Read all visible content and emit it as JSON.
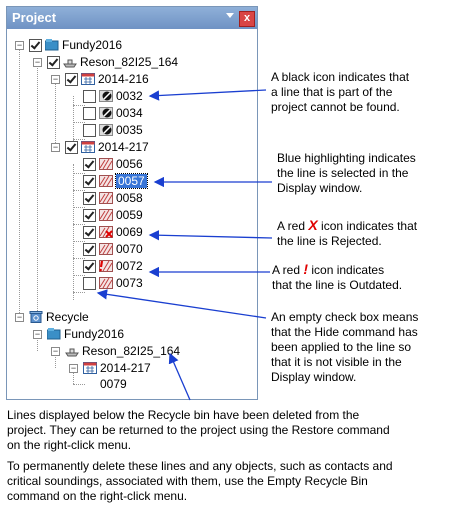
{
  "panel": {
    "title": "Project",
    "pin_icon": "dropdown-triangle-icon",
    "close_label": "x",
    "accent": "#3875d7"
  },
  "tree": {
    "root": "Fundy2016",
    "vessel": "Reson_82I25_164",
    "day1": "2014-216",
    "day1_lines": [
      "0032",
      "0034",
      "0035"
    ],
    "day2": "2014-217",
    "day2_lines": [
      "0056",
      "0057",
      "0058",
      "0059",
      "0069",
      "0070",
      "0072",
      "0073"
    ],
    "recycle": "Recycle",
    "recycle_project": "Fundy2016",
    "recycle_vessel": "Reson_82I25_164",
    "recycle_day": "2014-217",
    "recycle_line": "0079",
    "selected_line": "0057"
  },
  "annotations": {
    "missing": [
      "A black icon indicates that",
      "a line that is part of the",
      "project cannot be found."
    ],
    "selected": [
      "Blue highlighting indicates",
      "the line is selected in the",
      "Display window."
    ],
    "rejected_pre": "A red ",
    "rejected_mark": "X",
    "rejected_post": " icon indicates that",
    "rejected_line2": "the line is Rejected.",
    "outdated_pre": "A red ",
    "outdated_mark": "!",
    "outdated_post": " icon indicates",
    "outdated_line2": "that the line is Outdated.",
    "hidden": [
      "An empty check box means",
      "that the Hide command has",
      "been applied to the line so",
      "that it is not visible in the",
      "Display window."
    ]
  },
  "footer": {
    "para1": [
      "Lines displayed below the Recycle bin have been deleted from the",
      "project. They can be returned to the project using the Restore command",
      "on the right-click menu."
    ],
    "para2": [
      "To permanently delete these lines and any objects, such as contacts and",
      "critical soundings, associated with them, use the Empty Recycle Bin",
      "command on the right-click menu."
    ]
  }
}
